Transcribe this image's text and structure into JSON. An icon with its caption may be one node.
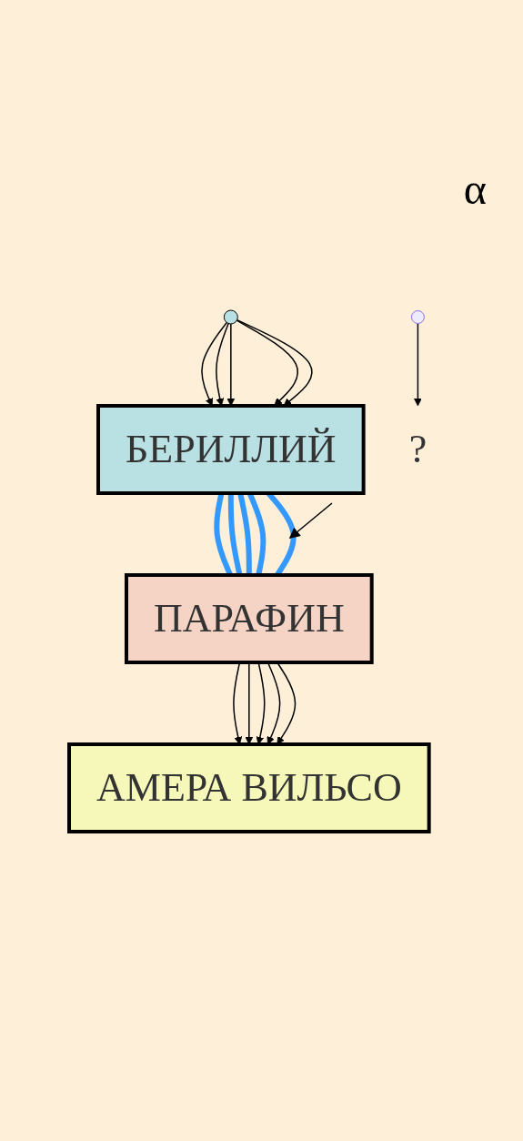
{
  "diagram": {
    "nodes": [
      {
        "text": [],
        "shape": "circle"
      },
      {
        "text": [
          "БЕРИЛЛИЙ"
        ]
      },
      {
        "text": [
          "ПАРАФИН"
        ]
      },
      {
        "text": [
          "АМЕРА ВИЛЬСО"
        ]
      },
      {
        "text": [
          "?"
        ]
      }
    ],
    "edges": [
      {
        "from": 0,
        "to": 1,
        "arrow": "to"
      },
      {
        "from": 0,
        "to": 1,
        "arrow": "to"
      },
      {
        "from": 0,
        "to": 1,
        "arrow": "to"
      },
      {
        "from": 0,
        "to": 1,
        "arrow": "to"
      },
      {
        "from": 0,
        "to": 1,
        "arrow": "to"
      },
      {
        "from": 1,
        "to": 2,
        "arrow": "none",
        "style": "thick",
        "color": "#3399ff"
      },
      {
        "from": 1,
        "to": 2,
        "arrow": "none",
        "style": "thick",
        "color": "#3399ff"
      },
      {
        "from": 1,
        "to": 2,
        "arrow": "none",
        "style": "thick",
        "color": "#3399ff"
      },
      {
        "from": 1,
        "to": 2,
        "arrow": "none",
        "style": "thick",
        "color": "#3399ff"
      },
      {
        "from": 1,
        "to": 2,
        "arrow": "none",
        "style": "thick",
        "color": "#3399ff"
      },
      {
        "from": 2,
        "to": 3,
        "arrow": "to"
      },
      {
        "from": 2,
        "to": 3,
        "arrow": "to"
      },
      {
        "from": 2,
        "to": 3,
        "arrow": "to"
      },
      {
        "from": 2,
        "to": 3,
        "arrow": "to"
      },
      {
        "from": 2,
        "to": 3,
        "arrow": "to"
      },
      {
        "from": null,
        "to": 4,
        "arrow": "to"
      }
    ],
    "labels": [
      "α"
    ]
  }
}
